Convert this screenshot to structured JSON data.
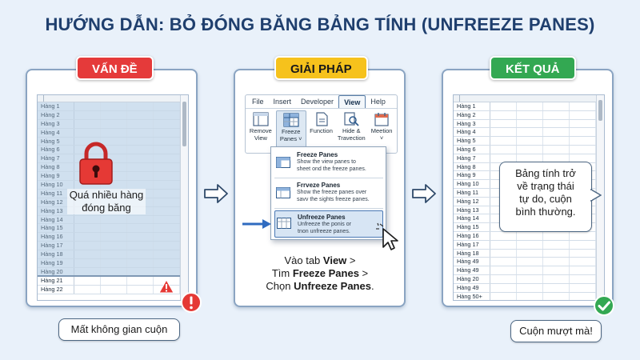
{
  "title": "HƯỚNG DẪN: BỎ ĐÓNG BĂNG BẢNG TÍNH (UNFREEZE PANES)",
  "colors": {
    "problem": "#e53a3a",
    "solution": "#f6c21c",
    "result": "#33a852",
    "title": "#1f3f6e"
  },
  "problem": {
    "badge": "VẤN ĐỀ",
    "rows": [
      "Hàng 1",
      "Hàng 2",
      "Hàng 3",
      "Hàng 4",
      "Hàng 5",
      "Hàng 6",
      "Hàng 7",
      "Hàng 8",
      "Hàng 9",
      "Hàng 10",
      "Hàng 11",
      "Hàng 12",
      "Hàng 13",
      "Hàng 14",
      "Hàng 15",
      "Hàng 16",
      "Hàng 17",
      "Hàng 18",
      "Hàng 19",
      "Hàng 20",
      "Hàng 21",
      "Hàng 22"
    ],
    "lock_icon": "lock-icon",
    "lock_text_line1": "Quá nhiều hàng",
    "lock_text_line2": "đóng băng",
    "callout": "Mất không gian cuộn"
  },
  "solution": {
    "badge": "GIẢI PHÁP",
    "tabs": [
      "File",
      "Insert",
      "Developer",
      "View",
      "Help"
    ],
    "active_tab": "View",
    "groups": [
      {
        "line1": "Remove",
        "line2": "View",
        "icon": "remove-view-icon"
      },
      {
        "line1": "Freeze",
        "line2": "Panes ˅",
        "icon": "freeze-panes-icon"
      },
      {
        "line1": "Function",
        "line2": "",
        "icon": "function-icon"
      },
      {
        "line1": "Hide &",
        "line2": "Travection",
        "icon": "hide-travection-icon"
      },
      {
        "line1": "Meetion",
        "line2": "˅",
        "icon": "meetion-icon"
      }
    ],
    "menu": [
      {
        "title": "Freeze Panes",
        "desc1": "Show the view panes to",
        "desc2": "sheet ond the freeze panes."
      },
      {
        "title": "Frrveze Panes",
        "desc1": "Show the freeze panes over",
        "desc2": "savv the sights freeze panes."
      },
      {
        "title": "Unfreeze Panes",
        "desc1": "Unfreeze the ponis or",
        "desc2": "tnon unfreeze panes."
      }
    ],
    "instr_line1_pre": "Vào tab ",
    "instr_line1_bold": "View",
    "instr_line1_post": " >",
    "instr_line2_pre": "Tìm ",
    "instr_line2_bold": "Freeze Panes",
    "instr_line2_post": " >",
    "instr_line3_pre": "Chọn ",
    "instr_line3_bold": "Unfreeze Panes",
    "instr_line3_post": "."
  },
  "result": {
    "badge": "KẾT QUẢ",
    "rows": [
      "Hàng 1",
      "Hàng 2",
      "Hàng 3",
      "Hàng 4",
      "Hàng 5",
      "Hàng 6",
      "Hàng 7",
      "Hàng 8",
      "Hàng 9",
      "Hàng 10",
      "Hàng 11",
      "Hàng 12",
      "Hàng 13",
      "Hàng 14",
      "Hàng 15",
      "Hàng 16",
      "Hàng 17",
      "Hàng 18",
      "Hàng 49",
      "Hàng 49",
      "Hàng 20",
      "Hàng 49",
      "Hàng 50+"
    ],
    "callout_line1": "Bảng tính trở",
    "callout_line2": "về trạng thái",
    "callout_line3": "tự do, cuộn",
    "callout_line4": "bình thường.",
    "bottom_callout": "Cuộn mượt mà!"
  }
}
